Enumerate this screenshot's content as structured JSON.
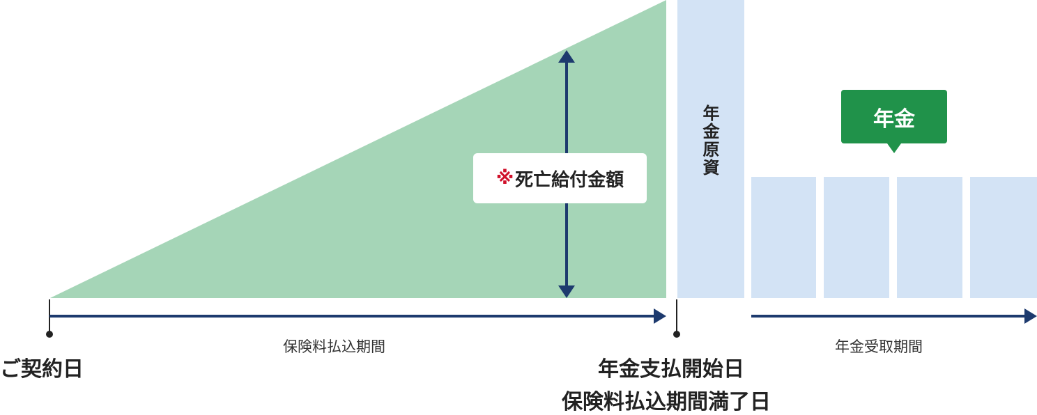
{
  "labels": {
    "contract_date": "ご契約日",
    "premium_period": "保険料払込期間",
    "pension_start": "年金支払開始日",
    "premium_end": "保険料払込期間満了日",
    "pension_receive_period": "年金受取期間",
    "death_benefit_mark": "※",
    "death_benefit": "死亡給付金額",
    "pension_fund": "年金原資",
    "pension": "年金"
  },
  "colors": {
    "triangle_fill": "#a5d5b7",
    "blue_block": "#d3e3f5",
    "arrow": "#1d3a6e",
    "badge": "#20924a",
    "mark_red": "#d0102a"
  }
}
